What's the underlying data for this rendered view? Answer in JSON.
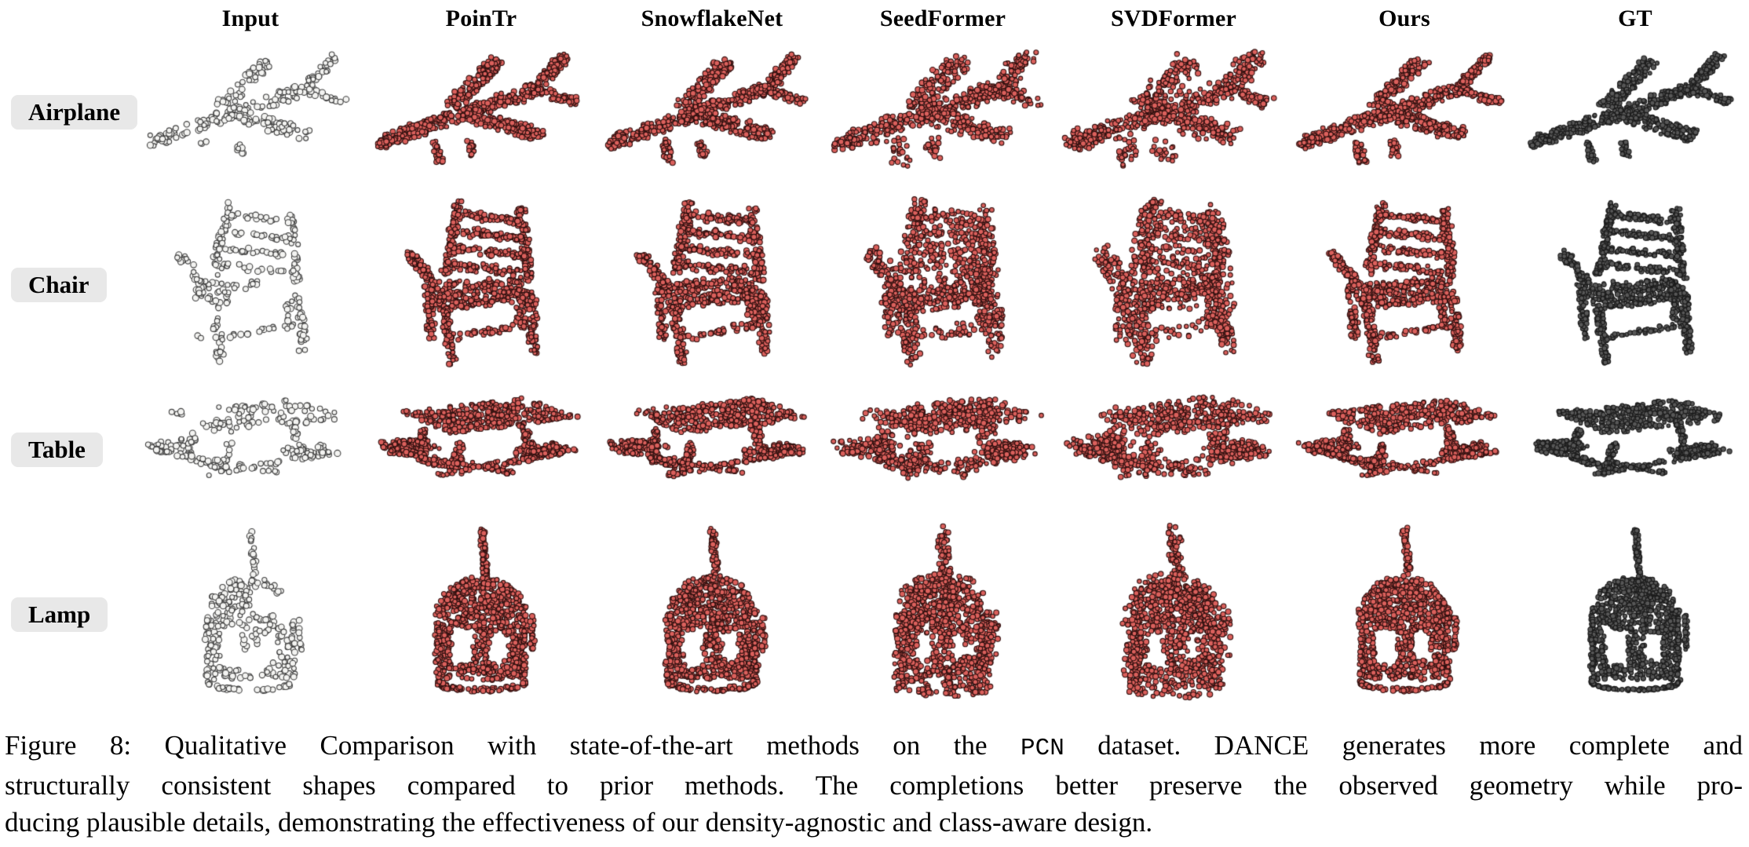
{
  "figure": {
    "columns": [
      {
        "label": "Input",
        "style": "input"
      },
      {
        "label": "PoinTr",
        "style": "method"
      },
      {
        "label": "SnowflakeNet",
        "style": "method"
      },
      {
        "label": "SeedFormer",
        "style": "method"
      },
      {
        "label": "SVDFormer",
        "style": "method"
      },
      {
        "label": "Ours",
        "style": "method"
      },
      {
        "label": "GT",
        "style": "gt"
      }
    ],
    "rows": [
      {
        "label": "Airplane",
        "shape": "airplane"
      },
      {
        "label": "Chair",
        "shape": "chair"
      },
      {
        "label": "Table",
        "shape": "table"
      },
      {
        "label": "Lamp",
        "shape": "lamp"
      }
    ],
    "colors": {
      "method_fill": "#db605c",
      "method_stroke": "#30100f",
      "input_fill": "#f3f3f1",
      "input_stroke": "#3f3f3f",
      "gt_fill": "#575757",
      "gt_stroke": "#1c1c1c",
      "label_bg": "#e8e8e8",
      "label_text": "#000000"
    },
    "caption": {
      "lines": [
        [
          {
            "text": "Figure 8: Qualitative Comparison with state-of-the-art methods on the "
          },
          {
            "text": "PCN",
            "mono": true
          },
          {
            "text": " dataset. DANCE generates more complete and"
          }
        ],
        [
          {
            "text": "structurally consistent shapes compared to prior methods. The completions better preserve the observed geometry while pro-"
          }
        ],
        [
          {
            "text": "ducing plausible details, demonstrating the effectiveness of our density-agnostic and class-aware design."
          }
        ]
      ]
    }
  }
}
